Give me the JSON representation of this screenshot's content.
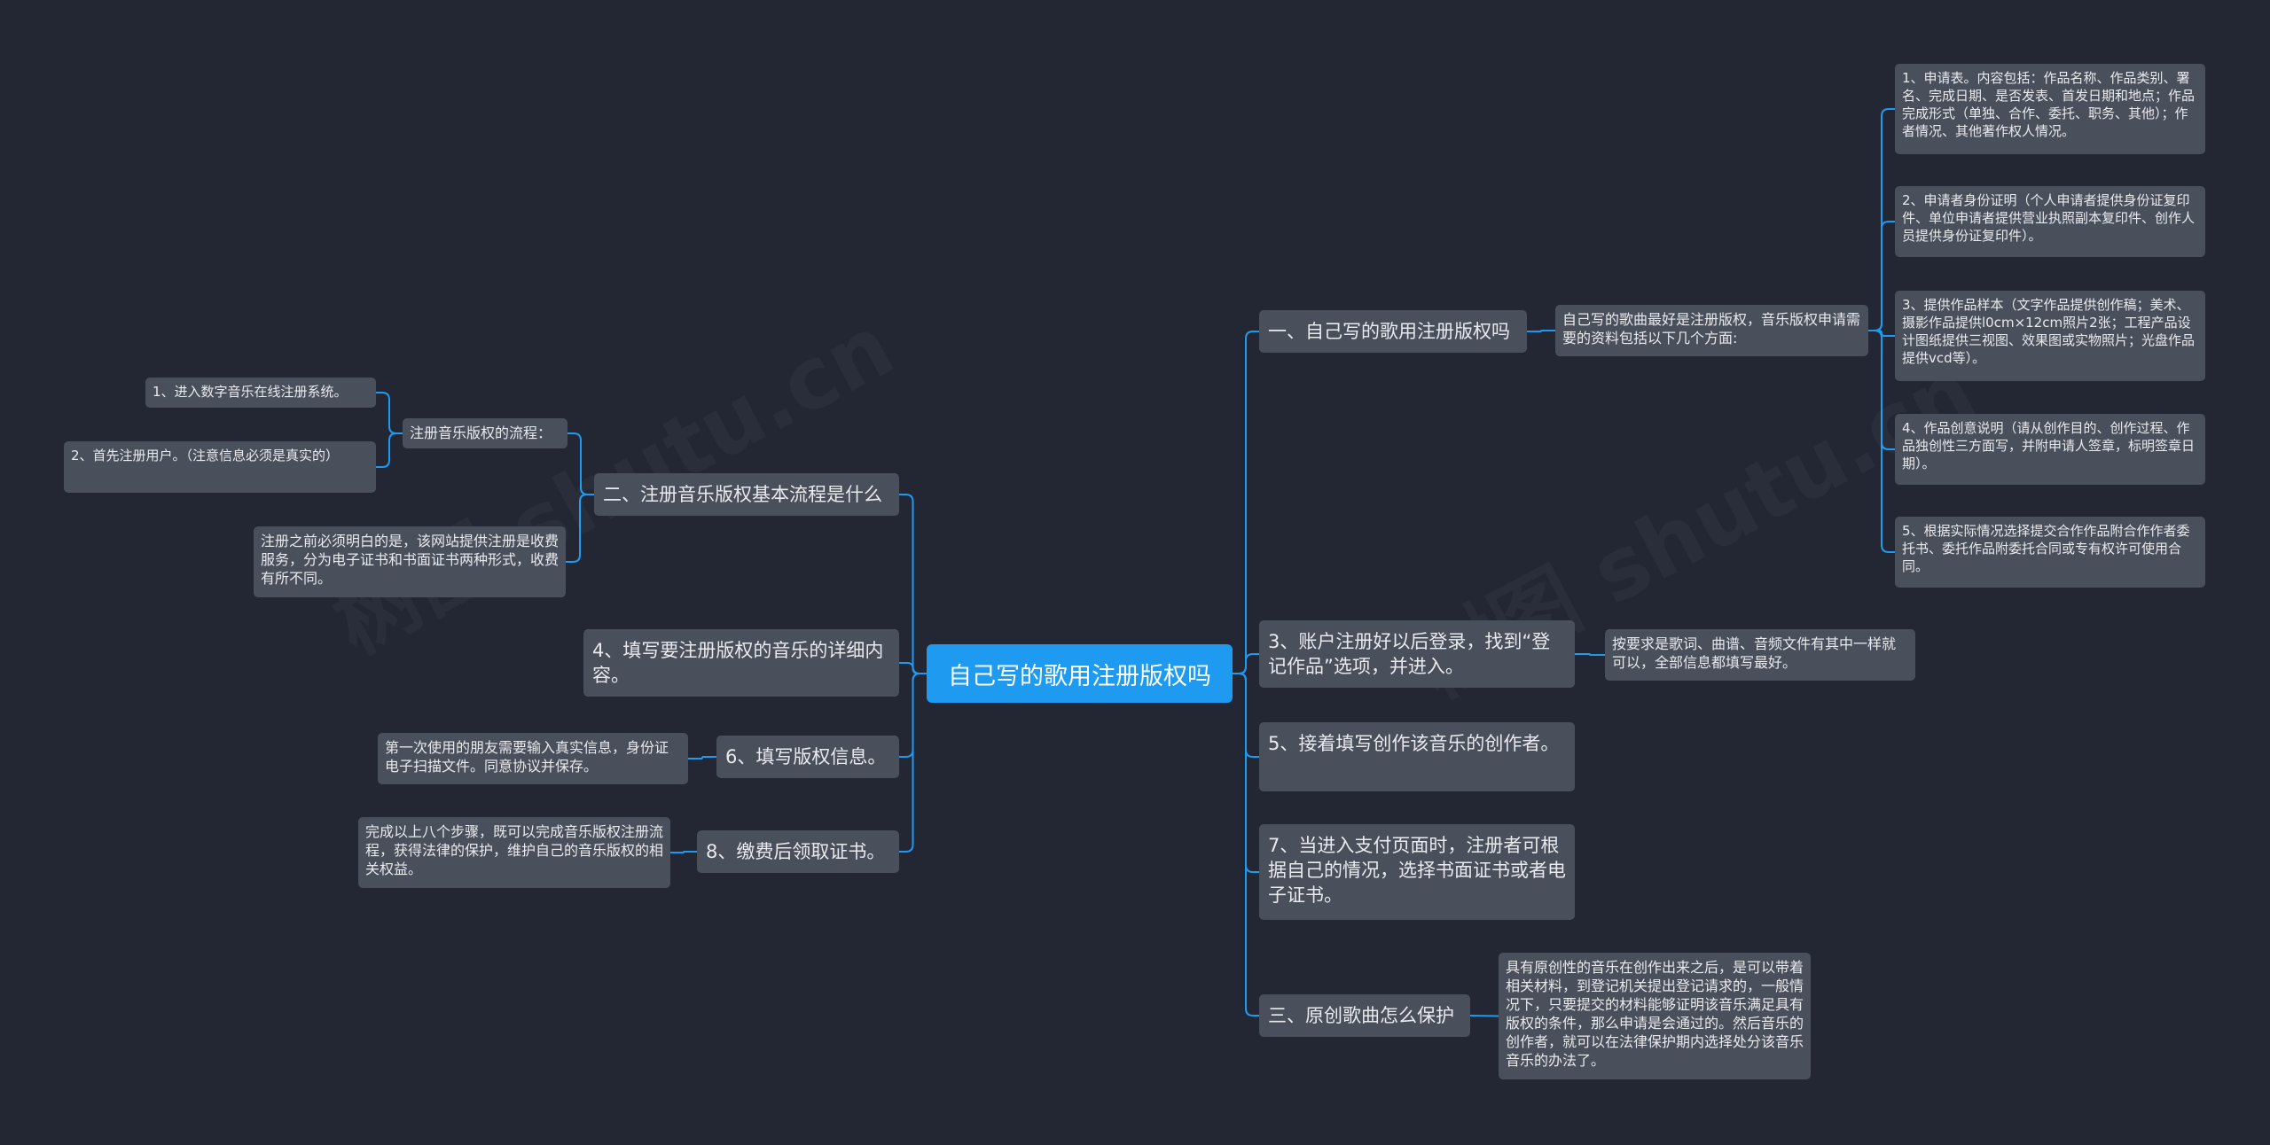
{
  "root": {
    "label": "自己写的歌用注册版权吗"
  },
  "right": [
    {
      "label": "一、自己写的歌用注册版权吗",
      "child": {
        "label": "自己写的歌曲最好是注册版权，音乐版权申请需要的资料包括以下几个方面:",
        "children": [
          "1、申请表。内容包括：作品名称、作品类别、署名、完成日期、是否发表、首发日期和地点；作品完成形式（单独、合作、委托、职务、其他）；作者情况、其他著作权人情况。",
          "2、申请者身份证明（个人申请者提供身份证复印件、单位申请者提供营业执照副本复印件、创作人员提供身份证复印件）。",
          "3、提供作品样本（文字作品提供创作稿；美术、摄影作品提供l0cm×12cm照片2张；工程产品设计图纸提供三视图、效果图或实物照片；光盘作品提供vcd等）。",
          "4、作品创意说明（请从创作目的、创作过程、作品独创性三方面写，并附申请人签章，标明签章日期）。",
          "5、根据实际情况选择提交合作作品附合作作者委托书、委托作品附委托合同或专有权许可使用合同。"
        ]
      }
    },
    {
      "label": "3、账户注册好以后登录，找到“登记作品”选项，并进入。",
      "child": {
        "label": "按要求是歌词、曲谱、音频文件有其中一样就可以，全部信息都填写最好。"
      }
    },
    {
      "label": "5、接着填写创作该音乐的创作者。"
    },
    {
      "label": "7、当进入支付页面时，注册者可根据自己的情况，选择书面证书或者电子证书。"
    },
    {
      "label": "三、原创歌曲怎么保护",
      "child": {
        "label": "具有原创性的音乐在创作出来之后，是可以带着相关材料，到登记机关提出登记请求的，一般情况下，只要提交的材料能够证明该音乐满足具有版权的条件，那么申请是会通过的。然后音乐的创作者，就可以在法律保护期内选择处分该音乐音乐的办法了。"
      }
    }
  ],
  "left": [
    {
      "label": "二、注册音乐版权基本流程是什么",
      "children": [
        {
          "label": "注册音乐版权的流程：",
          "children": [
            "1、进入数字音乐在线注册系统。",
            "2、首先注册用户。（注意信息必须是真实的）"
          ]
        },
        {
          "label": "注册之前必须明白的是，该网站提供注册是收费服务，分为电子证书和书面证书两种形式，收费有所不同。"
        }
      ]
    },
    {
      "label": "4、填写要注册版权的音乐的详细内容。"
    },
    {
      "label": "6、填写版权信息。",
      "child": {
        "label": "第一次使用的朋友需要输入真实信息，身份证电子扫描文件。同意协议并保存。"
      }
    },
    {
      "label": "8、缴费后领取证书。",
      "child": {
        "label": "完成以上八个步骤，既可以完成音乐版权注册流程，获得法律的保护，维护自己的音乐版权的相关权益。"
      }
    }
  ],
  "watermarks": [
    "树图 shutu.cn",
    "树图 shutu.cn"
  ],
  "colors": {
    "background": "#232733",
    "root": "#1e9af0",
    "node": "#4a4f5c",
    "line": "#1e9af0",
    "text": "#e8eaee"
  }
}
